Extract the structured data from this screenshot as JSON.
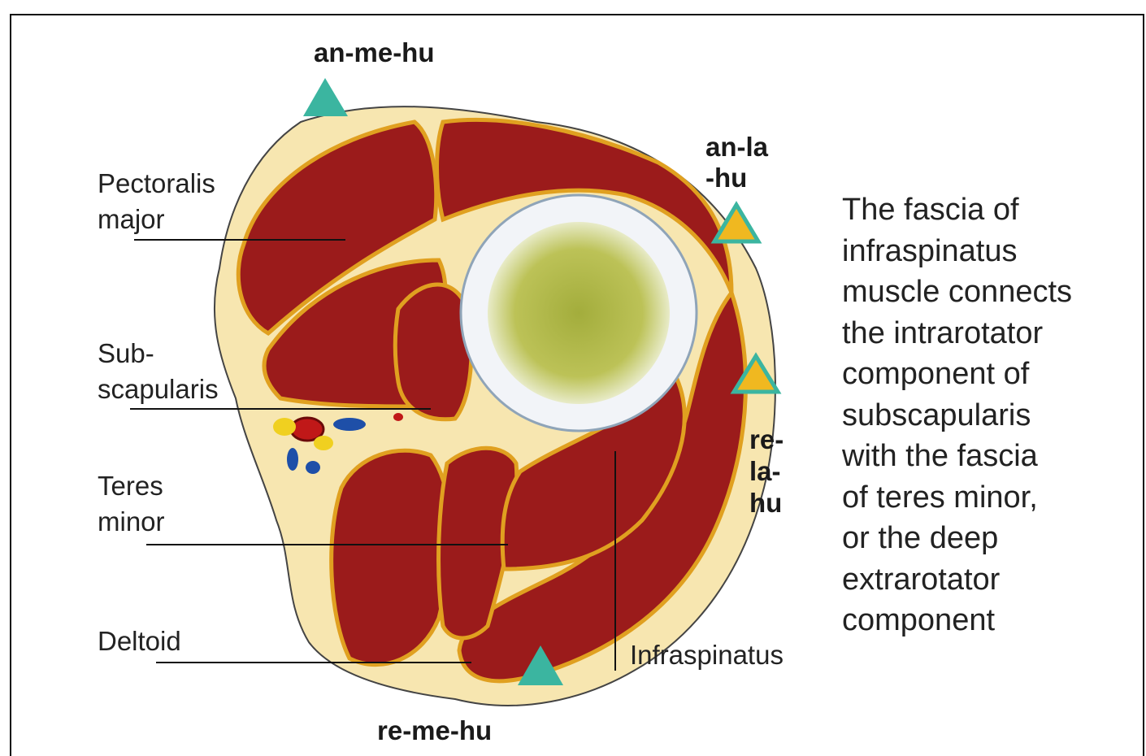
{
  "markers": {
    "anterior_medial": "an-me-hu",
    "anterior_lateral_1": "an-la",
    "anterior_lateral_2": "-hu",
    "retro_lateral_1": "re-",
    "retro_lateral_2": "la-",
    "retro_lateral_3": "hu",
    "retro_medial": "re-me-hu"
  },
  "labels": {
    "pectoralis_1": "Pectoralis",
    "pectoralis_2": "major",
    "subscapularis_1": "Sub-",
    "subscapularis_2": "scapularis",
    "teres_1": "Teres",
    "teres_2": "minor",
    "deltoid": "Deltoid",
    "infraspinatus": "Infraspinatus"
  },
  "caption": [
    "The fascia of",
    "infraspinatus",
    "muscle connects",
    "the intrarotator",
    "component of",
    "subscapularis",
    "with the fascia",
    "of teres minor,",
    "or the deep",
    "extrarotator",
    "component"
  ],
  "colors": {
    "muscle": "#9b1b1b",
    "fascia": "#e0a020",
    "fat": "#f7e6b0",
    "bone_marrow": "#b8bf4a",
    "marker_teal": "#3bb5a0",
    "marker_yellow": "#f0b820"
  }
}
